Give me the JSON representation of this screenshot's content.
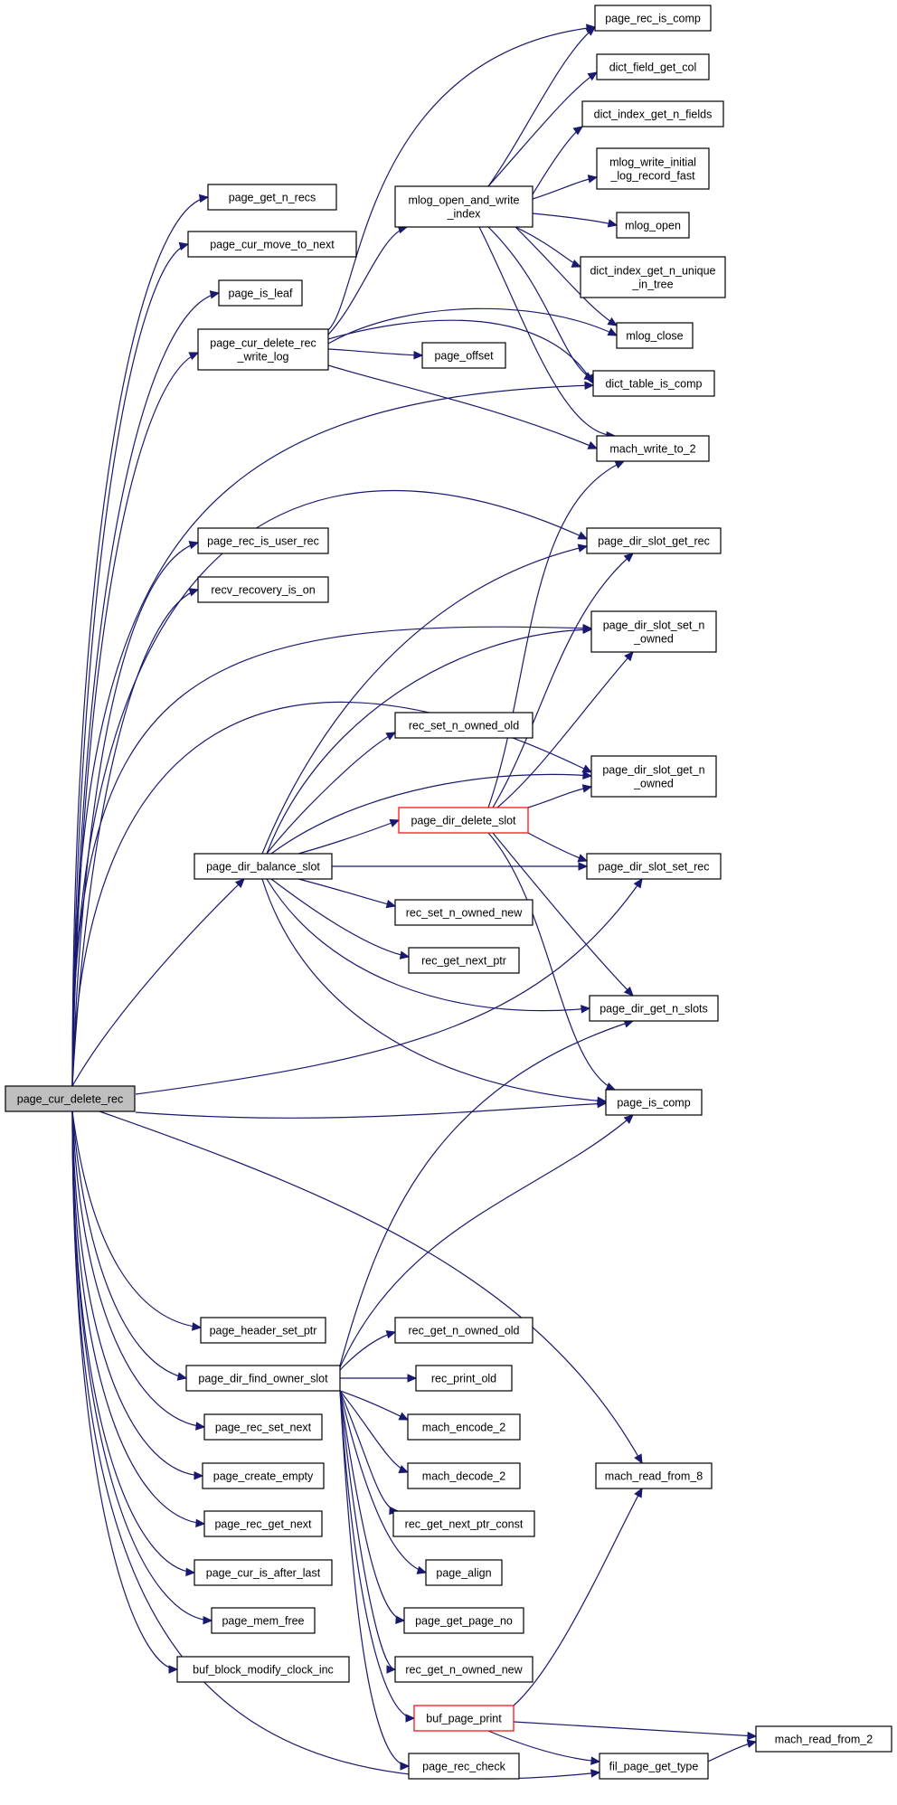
{
  "colors": {
    "edge": "#191970",
    "root_fill": "#bfbfbf",
    "highlight_border": "#ff0000",
    "node_border": "#000000"
  },
  "nodes": {
    "page_cur_delete_rec": [
      "page_cur_delete_rec"
    ],
    "page_get_n_recs": [
      "page_get_n_recs"
    ],
    "page_cur_move_to_next": [
      "page_cur_move_to_next"
    ],
    "page_is_leaf": [
      "page_is_leaf"
    ],
    "page_cur_delete_rec_write_log": [
      "page_cur_delete_rec",
      "_write_log"
    ],
    "page_rec_is_user_rec": [
      "page_rec_is_user_rec"
    ],
    "recv_recovery_is_on": [
      "recv_recovery_is_on"
    ],
    "page_dir_balance_slot": [
      "page_dir_balance_slot"
    ],
    "page_header_set_ptr": [
      "page_header_set_ptr"
    ],
    "page_dir_find_owner_slot": [
      "page_dir_find_owner_slot"
    ],
    "page_rec_set_next": [
      "page_rec_set_next"
    ],
    "page_create_empty": [
      "page_create_empty"
    ],
    "page_rec_get_next": [
      "page_rec_get_next"
    ],
    "page_cur_is_after_last": [
      "page_cur_is_after_last"
    ],
    "page_mem_free": [
      "page_mem_free"
    ],
    "buf_block_modify_clock_inc": [
      "buf_block_modify_clock_inc"
    ],
    "mlog_open_and_write_index": [
      "mlog_open_and_write",
      "_index"
    ],
    "page_offset": [
      "page_offset"
    ],
    "rec_set_n_owned_old": [
      "rec_set_n_owned_old"
    ],
    "page_dir_delete_slot": [
      "page_dir_delete_slot"
    ],
    "rec_set_n_owned_new": [
      "rec_set_n_owned_new"
    ],
    "rec_get_next_ptr": [
      "rec_get_next_ptr"
    ],
    "rec_get_n_owned_old": [
      "rec_get_n_owned_old"
    ],
    "rec_print_old": [
      "rec_print_old"
    ],
    "mach_encode_2": [
      "mach_encode_2"
    ],
    "mach_decode_2": [
      "mach_decode_2"
    ],
    "rec_get_next_ptr_const": [
      "rec_get_next_ptr_const"
    ],
    "page_align": [
      "page_align"
    ],
    "page_get_page_no": [
      "page_get_page_no"
    ],
    "rec_get_n_owned_new": [
      "rec_get_n_owned_new"
    ],
    "buf_page_print": [
      "buf_page_print"
    ],
    "page_rec_check": [
      "page_rec_check"
    ],
    "page_rec_is_comp": [
      "page_rec_is_comp"
    ],
    "dict_field_get_col": [
      "dict_field_get_col"
    ],
    "dict_index_get_n_fields": [
      "dict_index_get_n_fields"
    ],
    "mlog_write_initial_log_record_fast": [
      "mlog_write_initial",
      "_log_record_fast"
    ],
    "mlog_open": [
      "mlog_open"
    ],
    "dict_index_get_n_unique_in_tree": [
      "dict_index_get_n_unique",
      "_in_tree"
    ],
    "mlog_close": [
      "mlog_close"
    ],
    "dict_table_is_comp": [
      "dict_table_is_comp"
    ],
    "mach_write_to_2": [
      "mach_write_to_2"
    ],
    "page_dir_slot_get_rec": [
      "page_dir_slot_get_rec"
    ],
    "page_dir_slot_set_n_owned": [
      "page_dir_slot_set_n",
      "_owned"
    ],
    "page_dir_slot_get_n_owned": [
      "page_dir_slot_get_n",
      "_owned"
    ],
    "page_dir_slot_set_rec": [
      "page_dir_slot_set_rec"
    ],
    "page_dir_get_n_slots": [
      "page_dir_get_n_slots"
    ],
    "page_is_comp": [
      "page_is_comp"
    ],
    "mach_read_from_8": [
      "mach_read_from_8"
    ],
    "fil_page_get_type": [
      "fil_page_get_type"
    ],
    "mach_read_from_2": [
      "mach_read_from_2"
    ]
  }
}
